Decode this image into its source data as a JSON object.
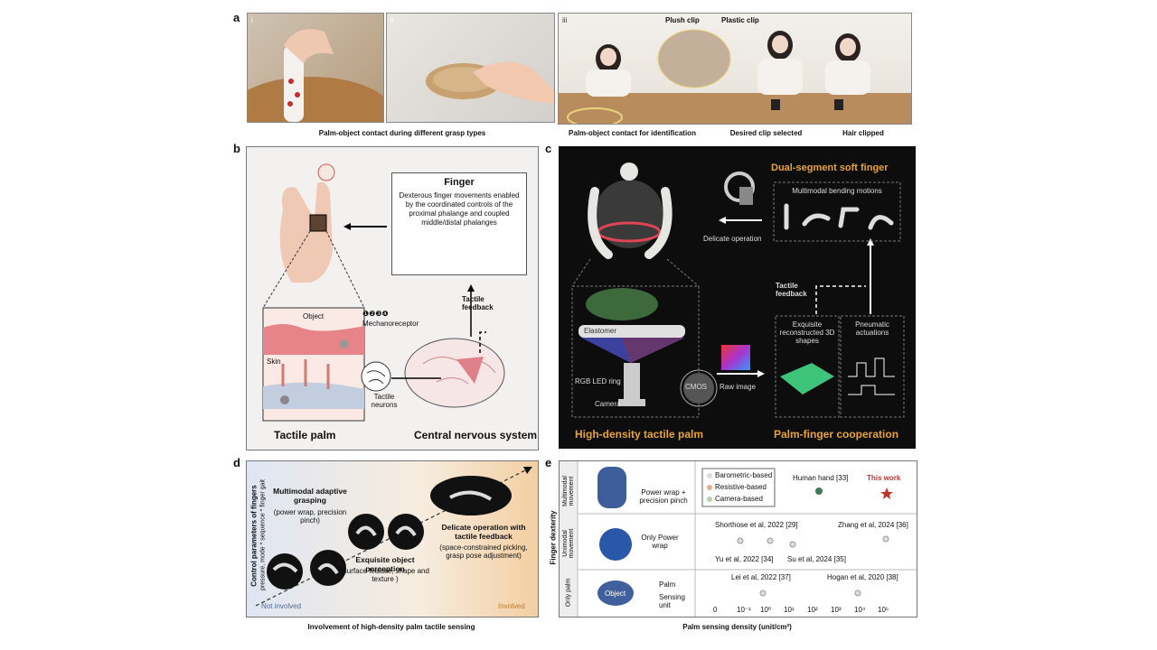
{
  "panel_a": {
    "label": "a",
    "sub_i": "i",
    "sub_ii": "ii",
    "sub_iii": "iii",
    "caption_left": "Palm-object contact during different grasp types",
    "plush_clip": "Plush clip",
    "plastic_clip": "Plastic clip",
    "caption_1": "Palm-object contact for identification",
    "caption_2": "Desired clip selected",
    "caption_3": "Hair clipped"
  },
  "panel_b": {
    "label": "b",
    "finger_title": "Finger",
    "finger_desc": "Dexterous finger movements enabled by the coordinated controls of the proximal phalange and coupled middle/distal phalanges",
    "tactile_feedback": "Tactile feedback",
    "mechanoreceptor_nums": "❶❷❸❹",
    "mechanoreceptor": "Mechanoreceptor",
    "object": "Object",
    "skin": "Skin",
    "tactile_neurons": "Tactile neurons",
    "tactile_palm": "Tactile palm",
    "cns": "Central nervous system"
  },
  "panel_c": {
    "label": "c",
    "dual_finger": "Dual-segment soft finger",
    "multimodal_bending": "Multimodal bending motions",
    "delicate_operation": "Delicate operation",
    "tactile_feedback": "Tactile feedback",
    "elastomer": "Elastomer",
    "rgb_led": "RGB LED ring",
    "camera": "Camera",
    "cmos": "CMOS",
    "raw_image": "Raw image",
    "exquisite_3d": "Exquisite reconstructed 3D shapes",
    "pneumatic": "Pneumatic actuations",
    "hd_palm": "High-density tactile palm",
    "palm_finger": "Palm-finger cooperation"
  },
  "panel_d": {
    "label": "d",
    "y_axis": "Control parameters of fingers",
    "y_axis_sub": "pressure, mode * sequence * finger gait",
    "x_axis": "Involvement of high-density palm tactile sensing",
    "not_involved": "Not involved",
    "involved": "Involved",
    "t1_title": "Multimodal adaptive grasping",
    "t1_sub": "(power wrap, precision pinch)",
    "t2_title": "Exquisite object perception",
    "t2_sub": "(surface feature, shape and texture )",
    "t3_title": "Delicate operation with tactile feedback",
    "t3_sub": "(space-constrained picking, grasp pose adjustment)"
  },
  "panel_e": {
    "label": "e",
    "y_axis": "Finger dexterity",
    "x_axis": "Palm sensing density (unit/cm²)",
    "row1": "Multimodal movement",
    "row2": "Unimodal movement",
    "row3": "Only palm",
    "row1_desc": "Power wrap + precision pinch",
    "row2_desc": "Only Power wrap",
    "row3_palm": "Palm",
    "row3_sensing": "Sensing unit",
    "row3_object": "Object",
    "legend": [
      "Barometric-based",
      "Resistive-based",
      "Camera-based"
    ],
    "human_hand": "Human hand [33]",
    "this_work": "This work",
    "refs": {
      "shorthose": "Shorthose et al, 2022 [29]",
      "zhang": "Zhang et al, 2024 [36]",
      "yu": "Yu et al, 2022 [34]",
      "su": "Su et al, 2024 [35]",
      "lei": "Lei et al, 2022 [37]",
      "hogan": "Hogan et al, 2020 [38]"
    },
    "ticks": [
      "0",
      "10⁻¹",
      "10⁰",
      "10¹",
      "10²",
      "10³",
      "10⁴",
      "10⁵"
    ]
  },
  "colors": {
    "accent_orange": "#e8a33a",
    "this_work_red": "#c0332a",
    "dark_panel": "#0d0d0d"
  }
}
